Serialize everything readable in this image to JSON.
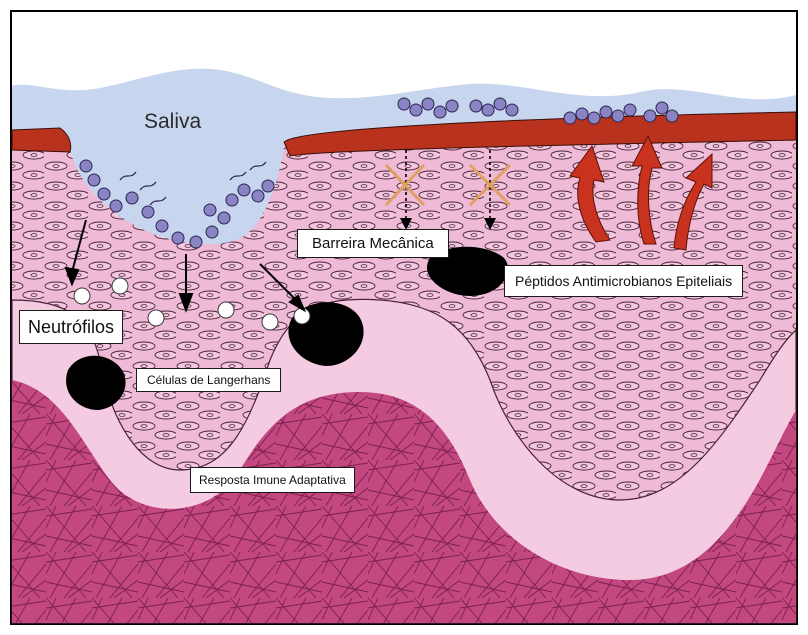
{
  "labels": {
    "saliva": "Saliva",
    "mechanical_barrier": "Barreira Mecânica",
    "antimicrobial_peptides": "Péptidos Antimicrobianos Epiteliais",
    "neutrophils": "Neutrófilos",
    "langerhans": "Células de Langerhans",
    "adaptive_response": "Resposta Imune Adaptativa"
  },
  "colors": {
    "saliva": "#c7d6ee",
    "keratin_layer": "#b8321e",
    "epithelium": "#eebad6",
    "basal_cells": "#f4cbe0",
    "connective_tissue": "#c2487f",
    "fibers": "#7b1f4e",
    "bacteria": "#8b84c4",
    "red_arrows": "#c8321e",
    "blocked_x": "#e0a060",
    "dark_cells": "#000000",
    "neutrophil": "#ffffff"
  }
}
